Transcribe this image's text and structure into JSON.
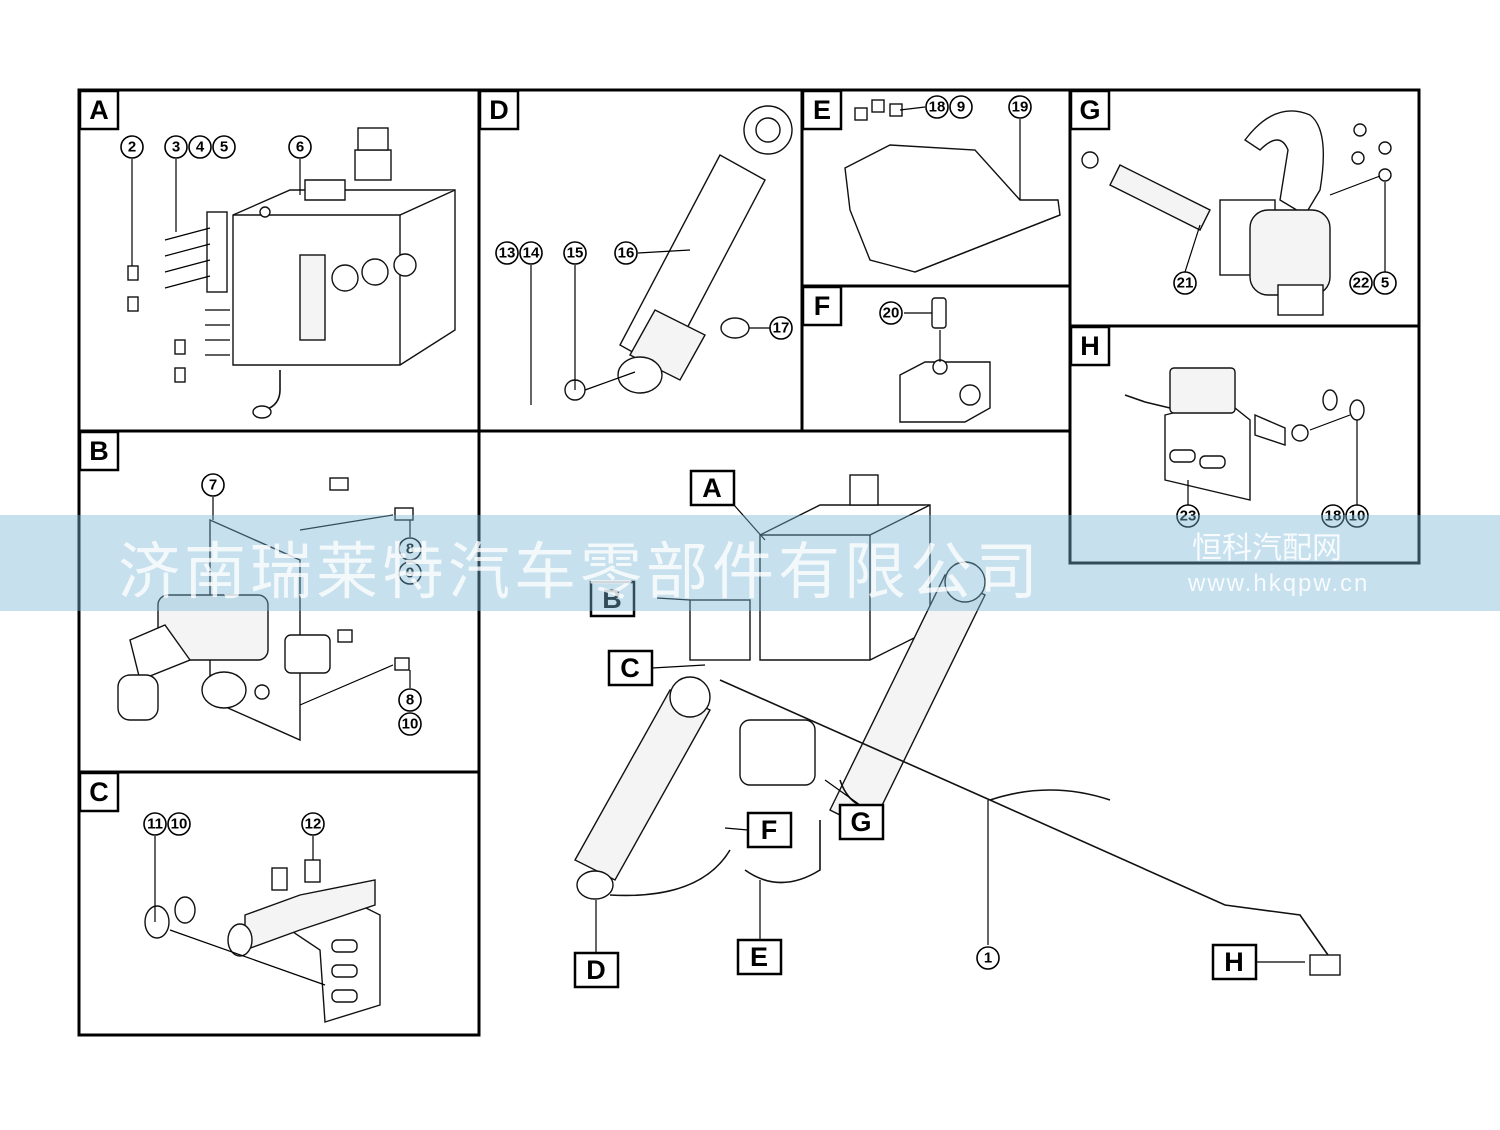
{
  "panels": [
    {
      "id": "A",
      "label": "A"
    },
    {
      "id": "B",
      "label": "B"
    },
    {
      "id": "C",
      "label": "C"
    },
    {
      "id": "D",
      "label": "D"
    },
    {
      "id": "E",
      "label": "E"
    },
    {
      "id": "F",
      "label": "F"
    },
    {
      "id": "G",
      "label": "G"
    },
    {
      "id": "H",
      "label": "H"
    }
  ],
  "callouts": {
    "A": [
      "2",
      "3",
      "4",
      "5",
      "6"
    ],
    "B": [
      "7",
      "8",
      "9",
      "8",
      "10"
    ],
    "C": [
      "11",
      "10",
      "12"
    ],
    "D": [
      "13",
      "14",
      "15",
      "16",
      "17"
    ],
    "E": [
      "18",
      "9",
      "19"
    ],
    "F": [
      "20"
    ],
    "G": [
      "21",
      "22",
      "5"
    ],
    "H": [
      "23",
      "18",
      "10"
    ],
    "overview": [
      "1"
    ]
  },
  "overview_tags": {
    "A": "A",
    "B": "B",
    "C": "C",
    "D": "D",
    "E": "E",
    "F": "F",
    "G": "G",
    "H": "H"
  },
  "watermark": {
    "company": "济南瑞莱特汽车零部件有限公司",
    "site_name": "恒科汽配网",
    "url": "www.hkqpw.cn"
  }
}
